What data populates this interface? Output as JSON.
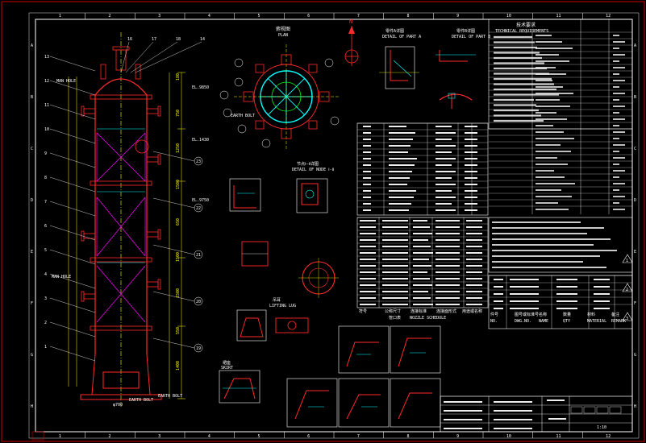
{
  "drawing": {
    "col_labels": [
      "1",
      "2",
      "3",
      "4",
      "5",
      "6",
      "7",
      "8",
      "9",
      "10",
      "11",
      "12"
    ],
    "row_labels": [
      "A",
      "B",
      "C",
      "D",
      "E",
      "F",
      "G",
      "H"
    ],
    "vessel": {
      "callouts_left": [
        "13",
        "12",
        "11",
        "10",
        "9",
        "8",
        "7",
        "6",
        "5",
        "4",
        "3",
        "2",
        "1"
      ],
      "callouts_top": [
        "16",
        "17",
        "18",
        "14"
      ],
      "callouts_right": [
        "23",
        "22",
        "21",
        "20",
        "19"
      ],
      "labels": [
        "MAN HOLE",
        "EL.1430",
        "EL.9850",
        "MAN HOLE",
        "EL.9750",
        "EARTH BOLT",
        "EARTH BOLT"
      ],
      "elevations": [
        "180",
        "750",
        "1250",
        "1500",
        "650",
        "1500",
        "1500",
        "550",
        "1400"
      ],
      "base_dim": "φ700"
    },
    "plan_view": {
      "title": "俯视图",
      "subtitle": "PLAN",
      "label": "EARTH BOLT"
    },
    "north_arrow": {
      "letter": "N"
    },
    "details": [
      {
        "title": "零件A详图",
        "subtitle": "DETAIL OF PART A"
      },
      {
        "title": "零件B详图",
        "subtitle": "DETAIL OF PART B"
      },
      {
        "title": "节点Ⅰ—Ⅱ详图",
        "subtitle": "DETAIL OF NODE Ⅰ-Ⅱ"
      },
      {
        "title": "吊耳",
        "subtitle": "LIFTING LUG"
      },
      {
        "title": "裙座",
        "subtitle": "SKIRT"
      }
    ],
    "notes": {
      "title": "技术要求",
      "subtitle": "TECHNICAL REQUIREMENTS"
    },
    "nozzle_schedule": {
      "title": "管口表",
      "subtitle": "NOZZLE SCHEDULE",
      "headers": [
        "符号",
        "公称尺寸",
        "连接标准",
        "连接面形式",
        "用途或名称"
      ]
    },
    "parts_list": {
      "headers": [
        "件号",
        "图号或标准号",
        "名称",
        "数量",
        "材料",
        "备注"
      ],
      "headers_en": [
        "NO.",
        "DWG.NO.",
        "NAME",
        "QTY",
        "MATERIAL",
        "REMARK"
      ]
    },
    "title_block": {
      "revision_marks": [
        "1",
        "2",
        "3"
      ],
      "scale": "1:10"
    }
  },
  "colors": {
    "background": "#000000",
    "frame": "#ffffff",
    "vessel": "#ff2a2a",
    "centerline": "#ffff00",
    "cyan": "#00ffff",
    "green": "#00ff00",
    "magenta": "#ff00ff",
    "text": "#ffffff"
  }
}
